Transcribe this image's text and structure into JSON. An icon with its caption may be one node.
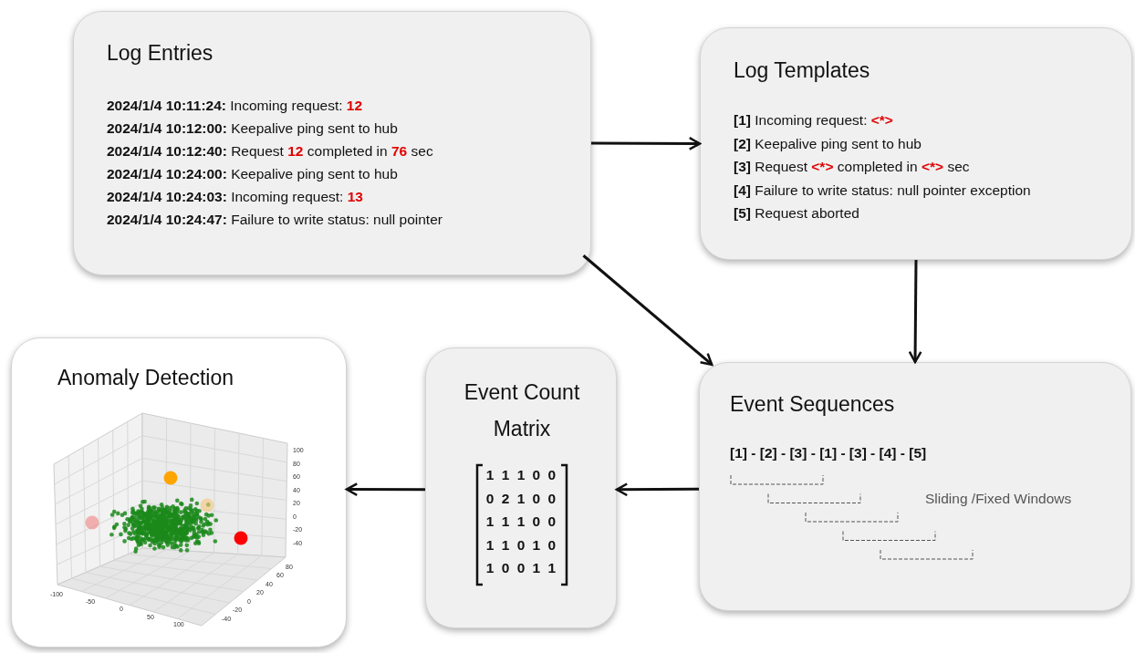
{
  "diagram": {
    "nodes": [
      {
        "text": [
          "Log Entries",
          "**2024/1/4 10:11:24:** Incoming request: **12**",
          "**2024/1/4 10:12:00:** Keepalive ping sent to hub",
          "**2024/1/4 10:12:40:** Request **12** completed in **76** sec",
          "**2024/1/4 10:24:00:** Keepalive ping sent to hub",
          "**2024/1/4 10:24:03:** Incoming request: **13**",
          "**2024/1/4 10:24:47:** Failure to write status: null pointer"
        ]
      },
      {
        "text": [
          "Log Templates",
          "**[1]** Incoming request: **<*>**",
          "**[2]** Keepalive ping sent to hub",
          "**[3]** Request **<*>** completed in **<*>** sec",
          "**[4]** Failure to write status: null pointer exception",
          "**[5]** Request aborted"
        ]
      },
      {
        "text": [
          "Event Sequences",
          "[1] - [2] - [3] - [1] - [3] - [4] - [5]",
          "Sliding /Fixed Windows"
        ]
      },
      {
        "text": [
          "Event Count Matrix",
          "1 1 1 0 0",
          "0 2 1 0 0",
          "1 1 1 0 0",
          "1 1 0 1 0",
          "1 0 0 1 1"
        ]
      },
      {
        "text": [
          "Anomaly Detection"
        ]
      }
    ],
    "edges": [
      {
        "from": 0,
        "to": 1,
        "arrow": "to"
      },
      {
        "from": 0,
        "to": 2,
        "arrow": "to"
      },
      {
        "from": 1,
        "to": 2,
        "arrow": "to"
      },
      {
        "from": 2,
        "to": 3,
        "arrow": "to"
      },
      {
        "from": 3,
        "to": 4,
        "arrow": "to"
      }
    ],
    "labels": [
      "100",
      "80",
      "60",
      "40",
      "20",
      "0",
      "-20",
      "-40",
      "-100",
      "-50",
      "0",
      "50",
      "100",
      "80",
      "60",
      "40",
      "20",
      "0",
      "-20",
      "-40"
    ]
  }
}
